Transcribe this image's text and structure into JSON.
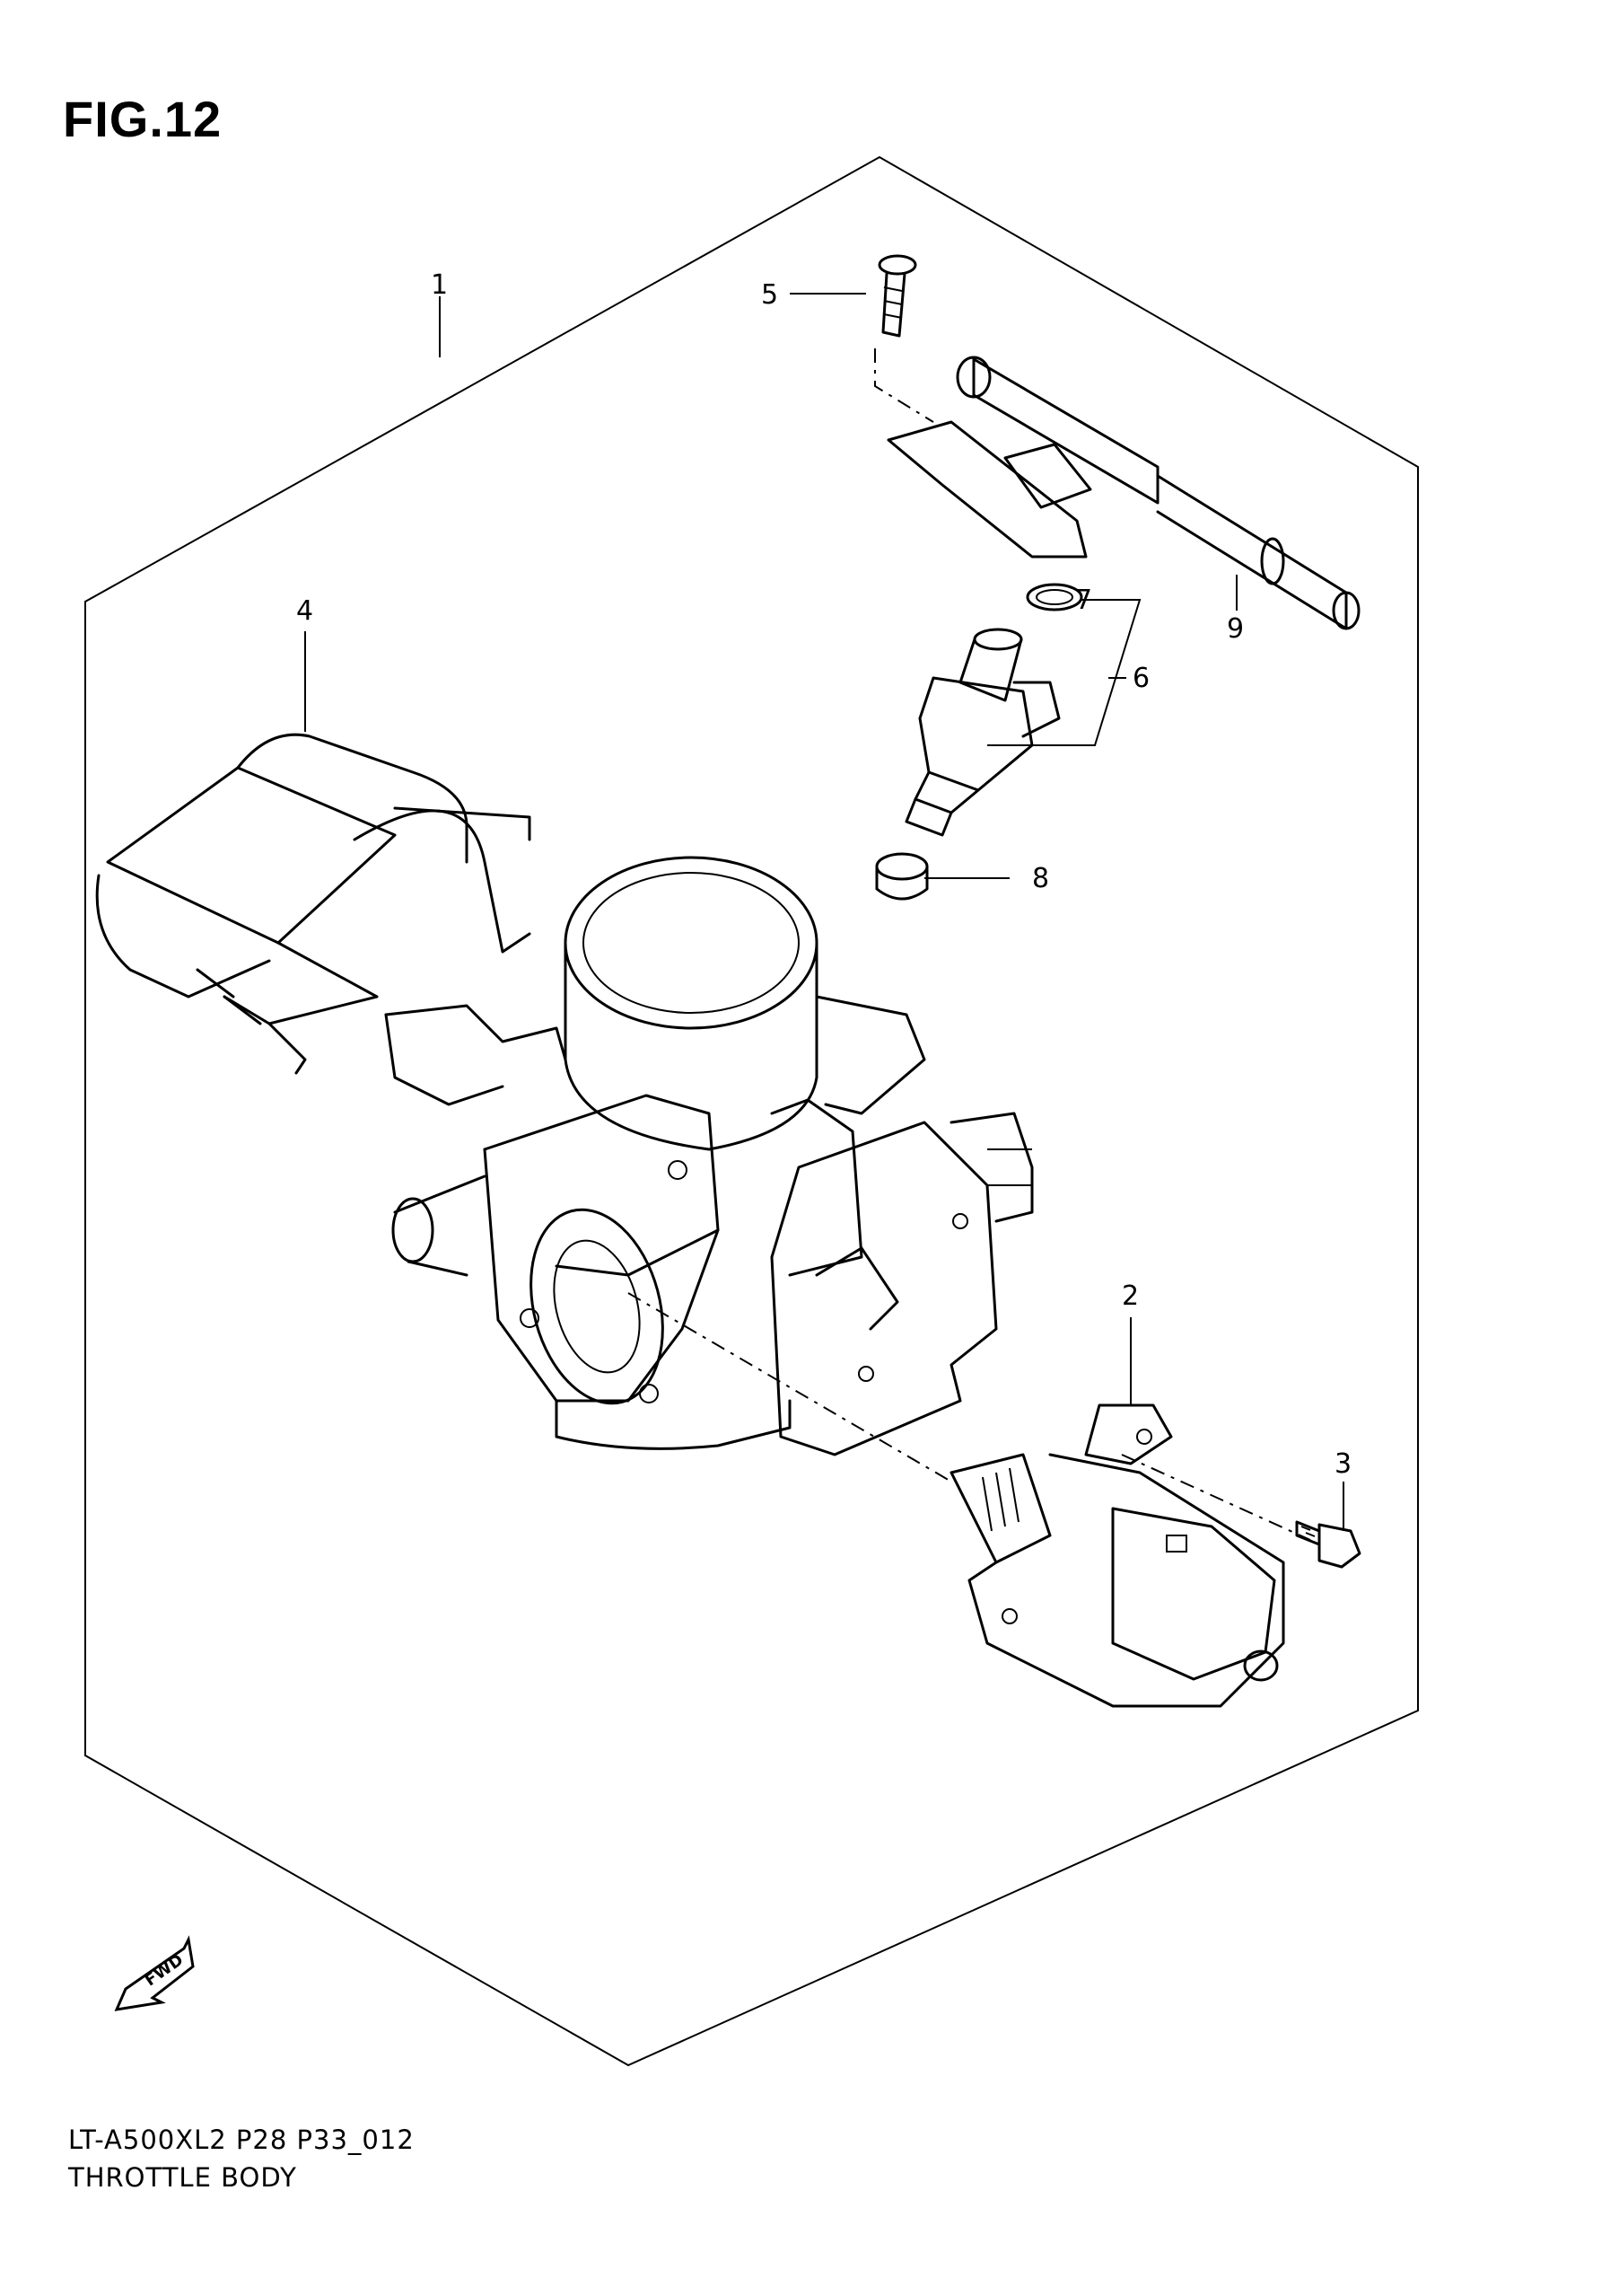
{
  "figure": {
    "title": "FIG.12"
  },
  "callouts": [
    {
      "id": "1",
      "label": "1"
    },
    {
      "id": "2",
      "label": "2"
    },
    {
      "id": "3",
      "label": "3"
    },
    {
      "id": "4",
      "label": "4"
    },
    {
      "id": "5",
      "label": "5"
    },
    {
      "id": "6",
      "label": "6"
    },
    {
      "id": "7",
      "label": "7"
    },
    {
      "id": "8",
      "label": "8"
    },
    {
      "id": "9",
      "label": "9"
    }
  ],
  "fwd_arrow": {
    "label": "FWD"
  },
  "footer": {
    "model_code": "LT-A500XL2  P28  P33_012",
    "section_name": "THROTTLE BODY"
  }
}
